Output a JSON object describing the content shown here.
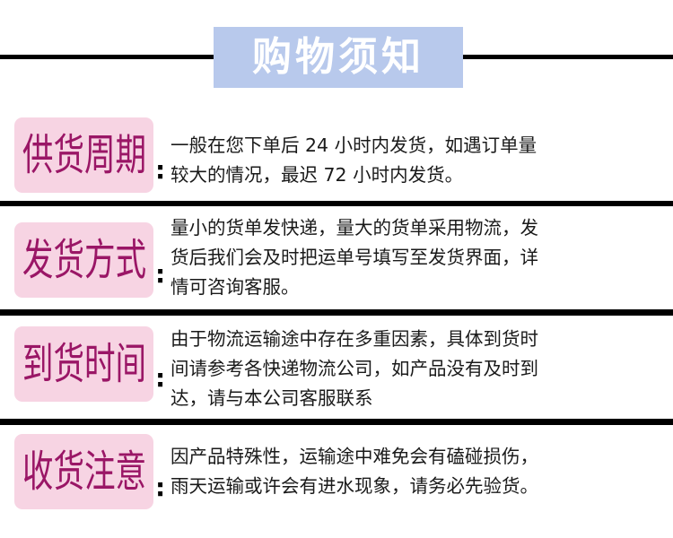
{
  "title": "购物须知",
  "colon": ":",
  "sections": [
    {
      "label": "供货周期",
      "text": "一般在您下单后 24 小时内发货，如遇订单量\n较大的情况，最迟 72 小时内发货。"
    },
    {
      "label": "发货方式",
      "text": "量小的货单发快递，量大的货单采用物流，发\n货后我们会及时把运单号填写至发货界面，详\n情可咨询客服。"
    },
    {
      "label": "到货时间",
      "text": "由于物流运输途中存在多重因素，具体到货时\n间请参考各快递物流公司，如产品没有及时到\n达，请与本公司客服联系"
    },
    {
      "label": "收货注意",
      "text": "因产品特殊性，运输途中难免会有磕碰损伤，\n雨天运输或许会有进水现象，请务必先验货。"
    }
  ],
  "colors": {
    "title_bg": "#b8c9ec",
    "label_bg": "#f7d4e3",
    "label_text": "#9a1666",
    "rule": "#000000"
  }
}
